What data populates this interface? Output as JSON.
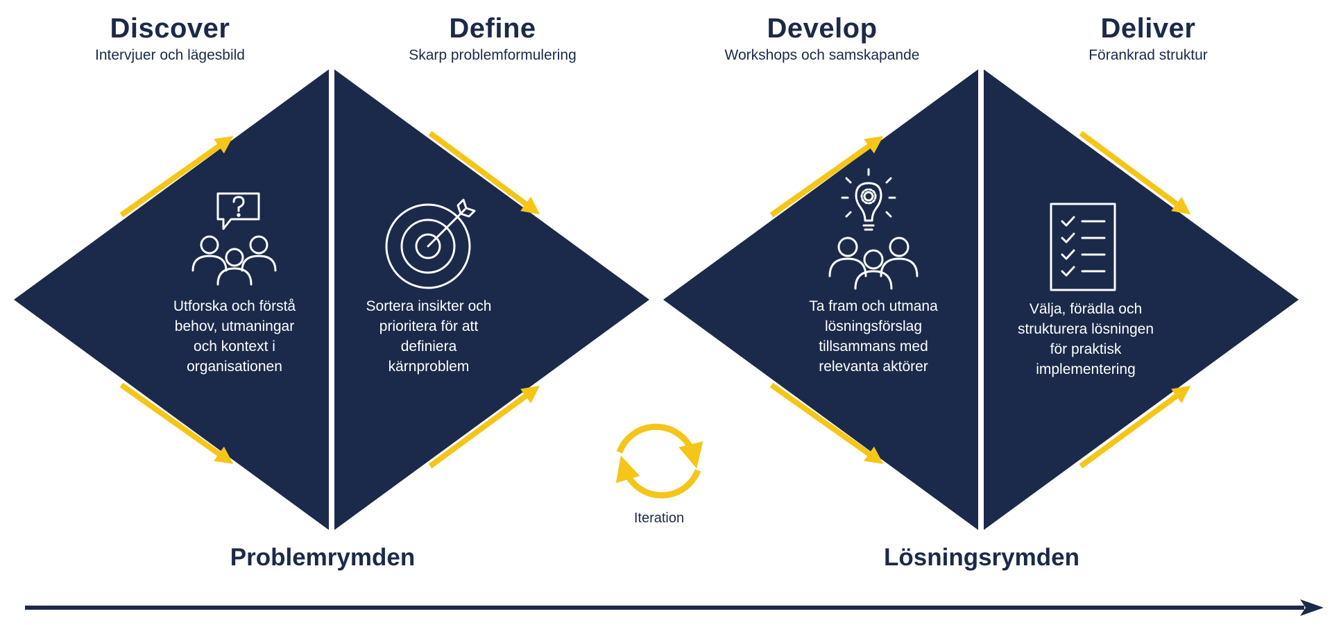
{
  "colors": {
    "navy": "#1b2a4a",
    "yellow": "#f5c518",
    "white": "#ffffff"
  },
  "phases": [
    {
      "title": "Discover",
      "subtitle": "Intervjuer och lägesbild",
      "description": "Utforska och förstå behov, utmaningar och kontext i organisationen",
      "icon": "question-people-icon"
    },
    {
      "title": "Define",
      "subtitle": "Skarp problemformulering",
      "description": "Sortera insikter och prioritera för att definiera kärnproblem",
      "icon": "target-icon"
    },
    {
      "title": "Develop",
      "subtitle": "Workshops och samskapande",
      "description": "Ta fram och utmana lösningsförslag tillsammans med relevanta aktörer",
      "icon": "idea-people-icon"
    },
    {
      "title": "Deliver",
      "subtitle": "Förankrad struktur",
      "description": "Välja, förädla och strukturera lösningen för praktisk implementering",
      "icon": "checklist-icon"
    }
  ],
  "spaces": {
    "problem": "Problemrymden",
    "solution": "Lösningsrymden"
  },
  "iteration": {
    "label": "Iteration",
    "icon": "cycle-arrows-icon"
  },
  "timeline": {
    "icon": "arrow-right-icon"
  }
}
